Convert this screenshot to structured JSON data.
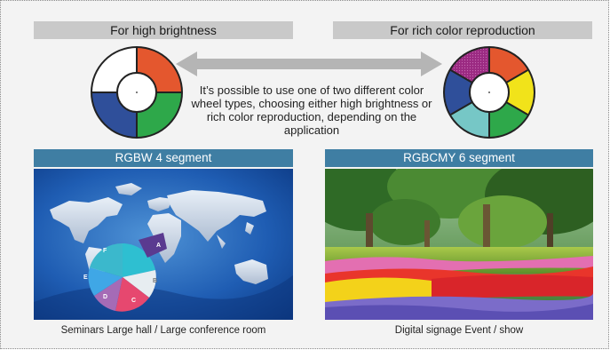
{
  "headers": {
    "left": "For high brightness",
    "right": "For rich color reproduction"
  },
  "description": "It’s possible to use one of two different color wheel types, choosing either high brightness or rich color reproduction, depending on the application",
  "panels": {
    "left": {
      "title": "RGBW 4 segment",
      "caption": "Seminars Large hall / Large conference room",
      "pie_labels": [
        "A",
        "B",
        "C",
        "D",
        "E",
        "F"
      ]
    },
    "right": {
      "title": "RGBCMY 6 segment",
      "caption": "Digital signage Event / show"
    }
  },
  "colors": {
    "red": "#e4572e",
    "green": "#2ea84a",
    "blue": "#2f4f9a",
    "white": "#ffffff",
    "magenta": "#9b2a82",
    "yellow": "#f1e31a",
    "cyan": "#76c7c6",
    "header_bg": "#c9c9c9",
    "title_bg": "#3f7ea3"
  }
}
